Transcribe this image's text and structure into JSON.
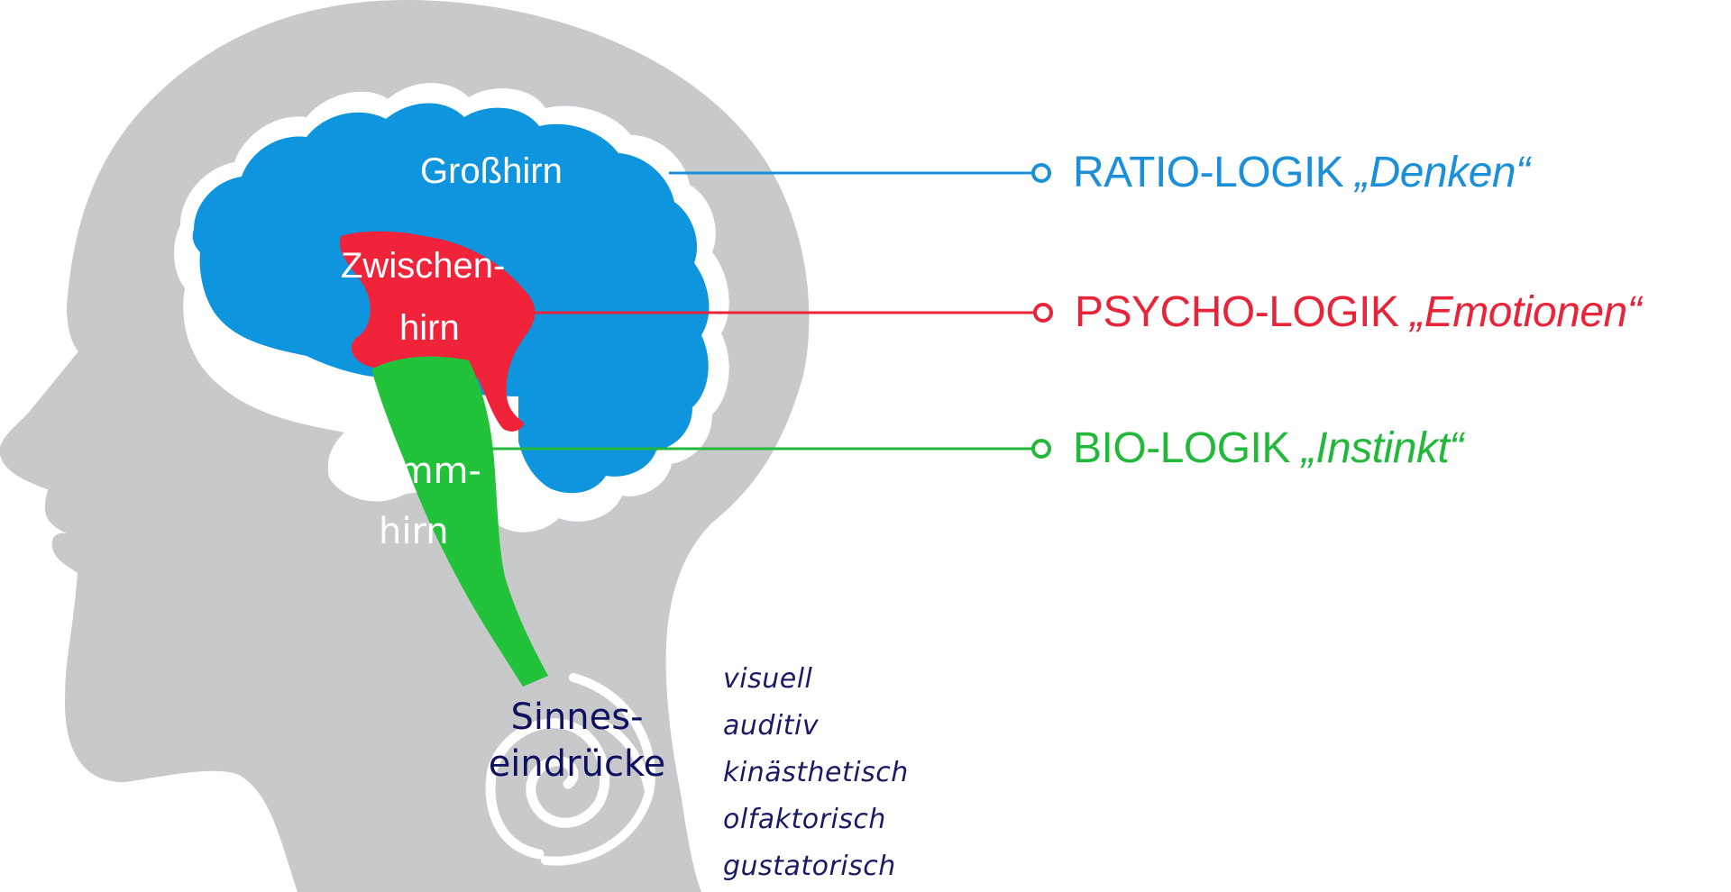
{
  "diagram": {
    "title": "Gehirn-Logiken",
    "brain_regions": [
      {
        "id": "grosshirn",
        "label": "Großhirn",
        "color": "#0f95dd"
      },
      {
        "id": "zwischenhirn",
        "label_lines": [
          "Zwischen-",
          "hirn"
        ],
        "color": "#f0233a"
      },
      {
        "id": "stammhirn",
        "label_lines": [
          "Stamm-",
          "hirn"
        ],
        "color": "#22c23a"
      }
    ],
    "logics": [
      {
        "name": "RATIO-LOGIK",
        "quote": "„Denken“",
        "color": "#1b8fd8",
        "region": "grosshirn"
      },
      {
        "name": "PSYCHO-LOGIK",
        "quote": "„Emotionen“",
        "color": "#e8243a",
        "region": "zwischenhirn"
      },
      {
        "name": "BIO-LOGIK",
        "quote": "„Instinkt“",
        "color": "#22b83a",
        "region": "stammhirn"
      }
    ],
    "sense_impressions": {
      "title_lines": [
        "Sinnes-",
        "eindrücke"
      ],
      "items": [
        "visuell",
        "auditiv",
        "kinästhetisch",
        "olfaktorisch",
        "gustatorisch"
      ],
      "text_color": "#0e1160"
    },
    "head_color": "#c8c9cb"
  }
}
